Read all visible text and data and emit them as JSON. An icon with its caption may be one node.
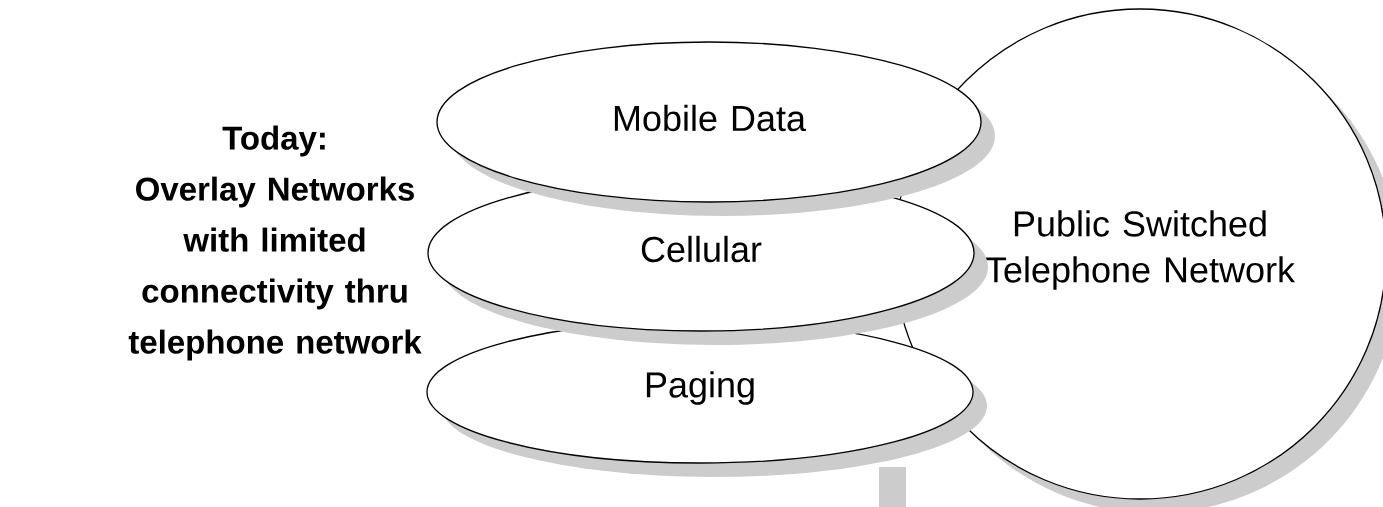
{
  "diagram": {
    "nodes": [
      {
        "text": [
          "Mobile Data"
        ]
      },
      {
        "text": [
          "Cellular"
        ]
      },
      {
        "text": [
          "Paging"
        ]
      },
      {
        "text": [
          "Public Switched Telephone Network"
        ]
      }
    ],
    "labels": [
      "Today:",
      "Overlay Networks with limited connectivity thru telephone network"
    ]
  }
}
